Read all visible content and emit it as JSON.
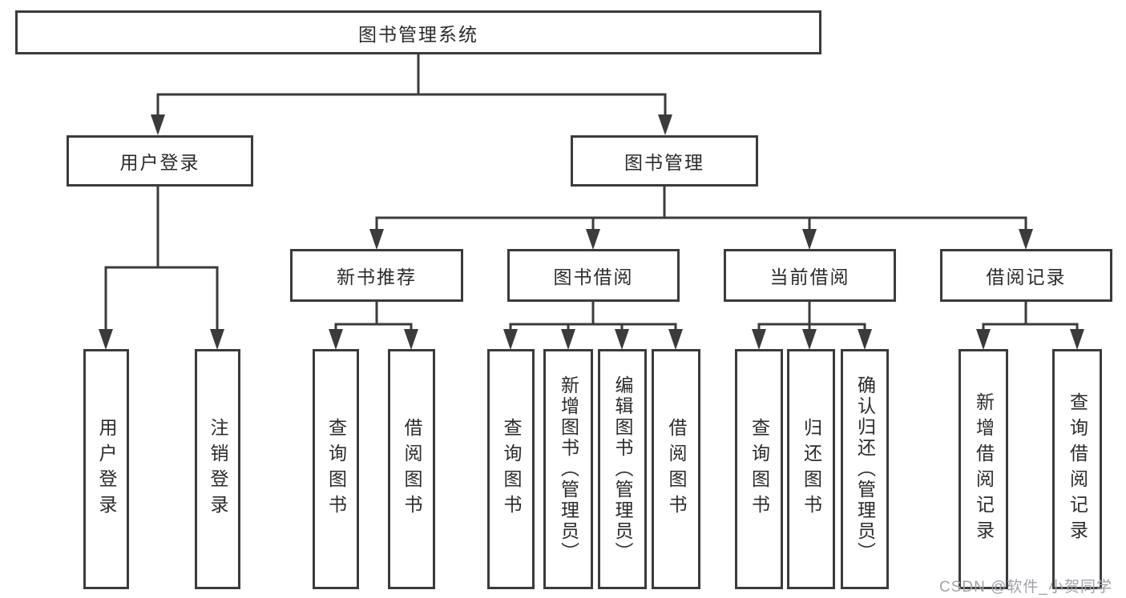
{
  "diagram": {
    "root": "图书管理系统",
    "level2": [
      "用户登录",
      "图书管理"
    ],
    "level3": [
      "新书推荐",
      "图书借阅",
      "当前借阅",
      "借阅记录"
    ],
    "leaves": {
      "user": [
        "用户登录",
        "注销登录"
      ],
      "recommend": [
        "查询图书",
        "借阅图书"
      ],
      "borrow": [
        "查询图书",
        "新增图书（管理员）",
        "编辑图书（管理员）",
        "借阅图书"
      ],
      "current": [
        "查询图书",
        "归还图书",
        "确认归还（管理员）"
      ],
      "records": [
        "新增借阅记录",
        "查询借阅记录"
      ]
    }
  },
  "watermark": "CSDN @软件_小贺同学",
  "colors": {
    "line": "#3b3b3b",
    "box_border": "#3b3b3b",
    "label_text": "#2b2b2b",
    "watermark_text": "#a0a2a8",
    "background": "#ffffff"
  }
}
